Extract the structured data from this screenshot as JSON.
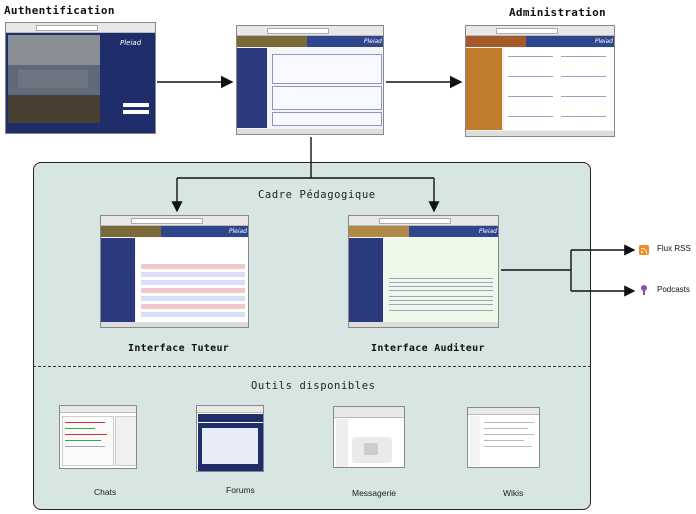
{
  "headings": {
    "auth": "Authentification",
    "admin": "Administration"
  },
  "panel": {
    "top_title": "Cadre Pédagogique",
    "bottom_title": "Outils disponibles"
  },
  "interfaces": {
    "tutor": "Interface Tuteur",
    "auditor": "Interface Auditeur"
  },
  "outputs": {
    "rss": "Flux RSS",
    "podcasts": "Podcasts"
  },
  "tools": [
    "Chats",
    "Forums",
    "Messagerie",
    "Wikis"
  ],
  "brand": "Pleiad",
  "colors": {
    "navy": "#1f2e6b",
    "panel": "#d7e5e3",
    "rss": "#f08a24",
    "podcast": "#8a4fb0"
  },
  "icons": [
    "rss-icon",
    "podcast-icon"
  ]
}
